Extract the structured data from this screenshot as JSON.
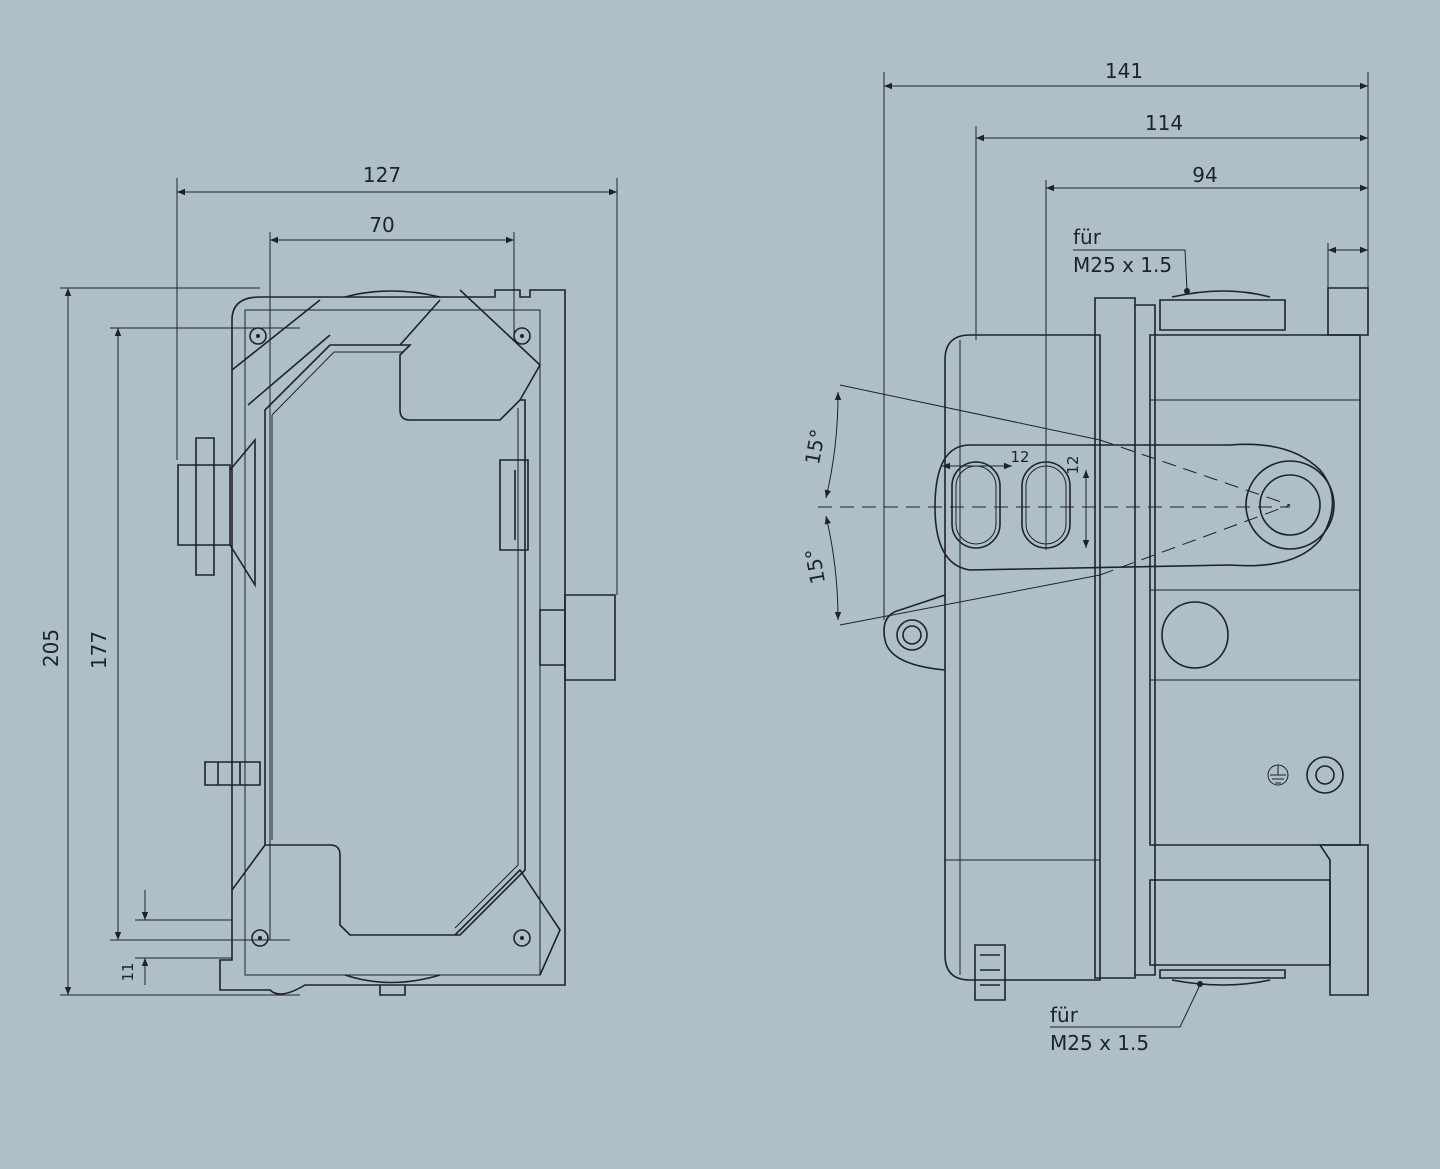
{
  "front_view": {
    "dimensions": {
      "width_total": "127",
      "hole_spacing": "70",
      "height_total": "205",
      "hole_height": "177",
      "offset": "11"
    }
  },
  "side_view": {
    "dimensions": {
      "depth_total": "141",
      "depth_body": "114",
      "depth_pivot": "94",
      "slot_width": "12",
      "slot_height": "12",
      "angle_up": "15°",
      "angle_down": "15°"
    },
    "callout_top": {
      "line1": "für",
      "line2": "M25 x 1.5"
    },
    "callout_bottom": {
      "line1": "für",
      "line2": "M25 x 1.5"
    }
  },
  "colors": {
    "background": "#aebfca",
    "line": "#1d2328"
  }
}
